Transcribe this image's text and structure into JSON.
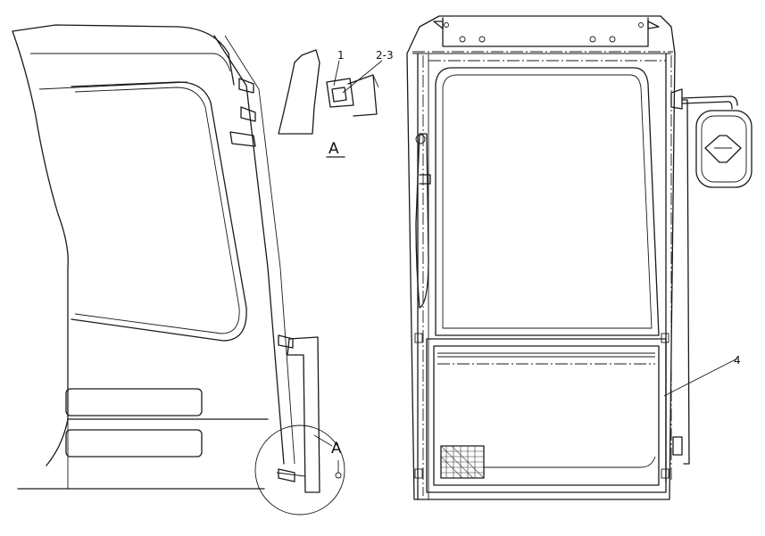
{
  "callouts": {
    "part_1": "1",
    "part_2_3": "2-3",
    "part_4": "4",
    "detail_marker": "A",
    "detail_title": "A"
  }
}
